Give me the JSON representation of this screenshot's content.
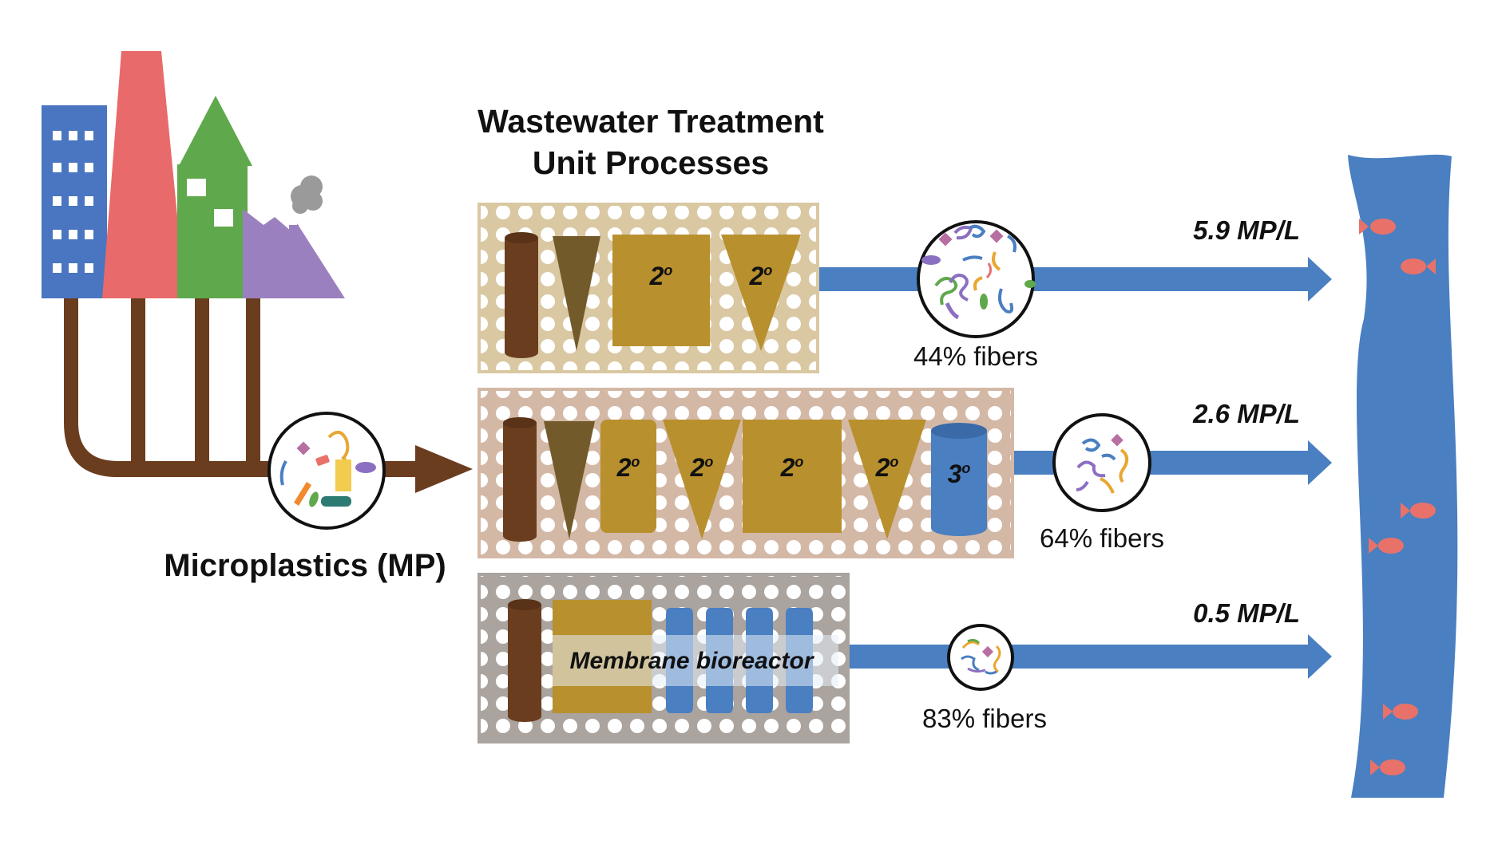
{
  "title_lines": [
    "Wastewater Treatment",
    "Unit Processes"
  ],
  "source_label": "Microplastics (MP)",
  "secondary_label": "2",
  "tertiary_label": "3",
  "degree_mark": "o",
  "membrane_label": "Membrane bioreactor",
  "trains": [
    {
      "concentration": "5.9 MP/L",
      "fibers": "44% fibers"
    },
    {
      "concentration": "2.6 MP/L",
      "fibers": "64% fibers"
    },
    {
      "concentration": "0.5 MP/L",
      "fibers": "83% fibers"
    }
  ],
  "colors": {
    "pipe_brown": "#6b3d1f",
    "river_blue": "#4a7fc1",
    "train1_bg": "#d9c8a2",
    "train2_bg": "#d4b8a6",
    "train3_bg": "#aaa39e",
    "secondary_gold": "#b8902e",
    "primary_olive": "#735a2a",
    "tertiary_blue": "#4a7fc1",
    "fish": "#e8726a",
    "building_blue": "#4a75c0",
    "chimney_red": "#e86a6a",
    "house_green": "#5fa84c",
    "factory_purple": "#9b80bf",
    "smoke_gray": "#9a9a9a"
  }
}
